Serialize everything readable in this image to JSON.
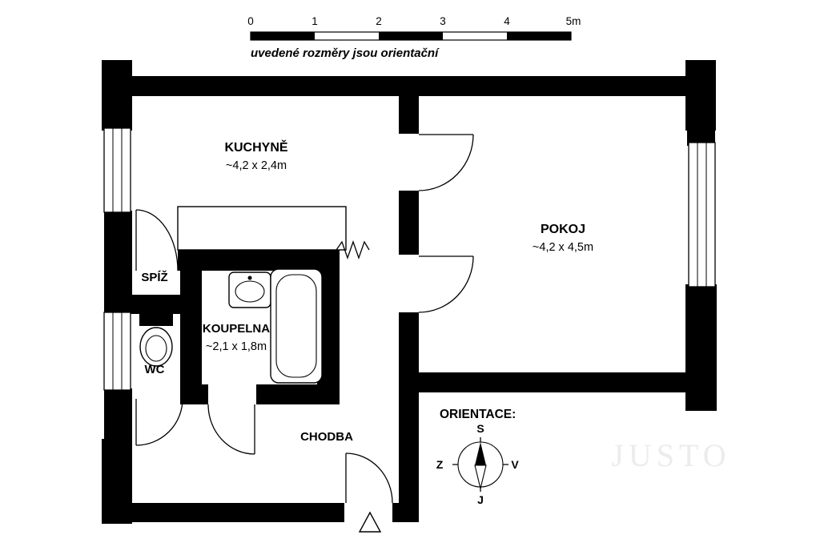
{
  "watermark": "JUSTO",
  "scale_bar": {
    "tick_labels": [
      "0",
      "1",
      "2",
      "3",
      "4",
      "5m"
    ],
    "note": "uvedené rozměry jsou orientační"
  },
  "rooms": {
    "kuchyne": {
      "name": "KUCHYNĚ",
      "dims": "~4,2 x 2,4m"
    },
    "pokoj": {
      "name": "POKOJ",
      "dims": "~4,2 x 4,5m"
    },
    "spiz": {
      "name": "SPÍŽ"
    },
    "wc": {
      "name": "WC"
    },
    "koupelna": {
      "name": "KOUPELNA",
      "dims": "~2,1 x 1,8m"
    },
    "chodba": {
      "name": "CHODBA"
    }
  },
  "compass": {
    "title": "ORIENTACE:",
    "north": "S",
    "south": "J",
    "west": "Z",
    "east": "V"
  },
  "colors": {
    "wall": "#000000",
    "background": "#ffffff",
    "watermark": "#ececec"
  }
}
